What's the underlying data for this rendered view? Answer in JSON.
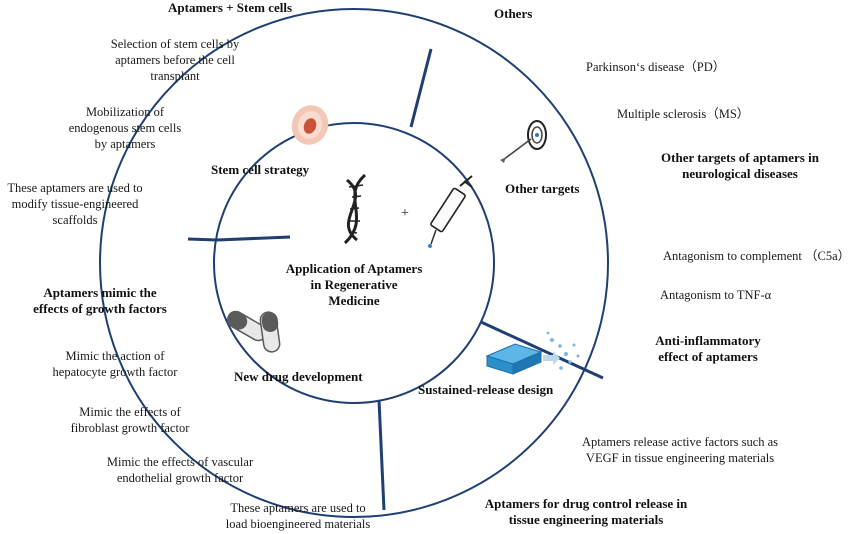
{
  "center": {
    "title_lines": [
      "Application of Aptamers",
      "in Regenerative",
      "Medicine"
    ],
    "plus": "+"
  },
  "segments": {
    "stem_cell": "Stem cell strategy",
    "other_targets": "Other targets",
    "new_drug": "New drug development",
    "sustained_release": "Sustained-release design"
  },
  "groups": {
    "stem_cells": {
      "heading": "Aptamers + Stem cells",
      "items": [
        [
          "Selection of stem cells by",
          "aptamers before the cell",
          "transplant"
        ],
        [
          "Mobilization of",
          "endogenous stem cells",
          "by aptamers"
        ],
        [
          "These aptamers are used to",
          "modify tissue-engineered",
          "scaffolds"
        ]
      ]
    },
    "others": {
      "heading": "Others",
      "items": [
        "Parkinson‘s disease（PD）",
        "Multiple sclerosis（MS）"
      ],
      "subheading": [
        "Other targets of aptamers in",
        "neurological diseases"
      ]
    },
    "anti_inflammatory": {
      "items": [
        "Antagonism to complement （C5a）",
        "Antagonism to TNF-α"
      ],
      "heading": [
        "Anti-inflammatory",
        "effect of aptamers"
      ]
    },
    "growth_factors": {
      "heading": [
        "Aptamers mimic the",
        "effects of growth factors"
      ],
      "items": [
        [
          "Mimic the action of",
          "hepatocyte growth factor"
        ],
        [
          "Mimic the effects of",
          "fibroblast growth factor"
        ],
        [
          "Mimic the effects of vascular",
          "endothelial growth factor"
        ],
        [
          "These aptamers are used to",
          "load bioengineered materials"
        ]
      ]
    },
    "drug_release": {
      "items": [
        [
          "Aptamers release active factors such as",
          "VEGF in tissue engineering materials"
        ]
      ],
      "heading": [
        "Aptamers for drug control release in",
        "tissue engineering materials"
      ]
    }
  },
  "colors": {
    "ring": "#1f3f73",
    "stem_cell_outer": "#f3c7b6",
    "stem_cell_core": "#c9533a",
    "pill": "#5a5a5a",
    "release_block": "#2b8fc9",
    "release_particles": "#7fb6de"
  },
  "icons": [
    "dna-icon",
    "syringe-icon",
    "stem-cell-icon",
    "target-icon",
    "capsule-icon",
    "release-block-icon"
  ]
}
